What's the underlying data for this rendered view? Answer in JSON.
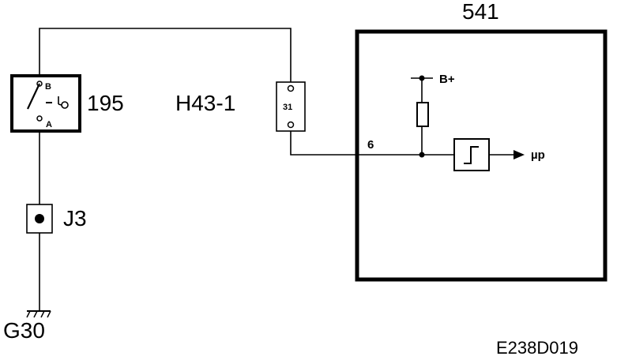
{
  "diagram": {
    "switch_label": "195",
    "switch_terminal_b": "B",
    "switch_terminal_a": "A",
    "connector_label": "H43-1",
    "connector_pin": "31",
    "junction_label": "J3",
    "ground_label": "G30",
    "module_label": "541",
    "module_pin": "6",
    "supply_label": "B+",
    "output_label": "µp",
    "figure_code": "E238D019"
  }
}
